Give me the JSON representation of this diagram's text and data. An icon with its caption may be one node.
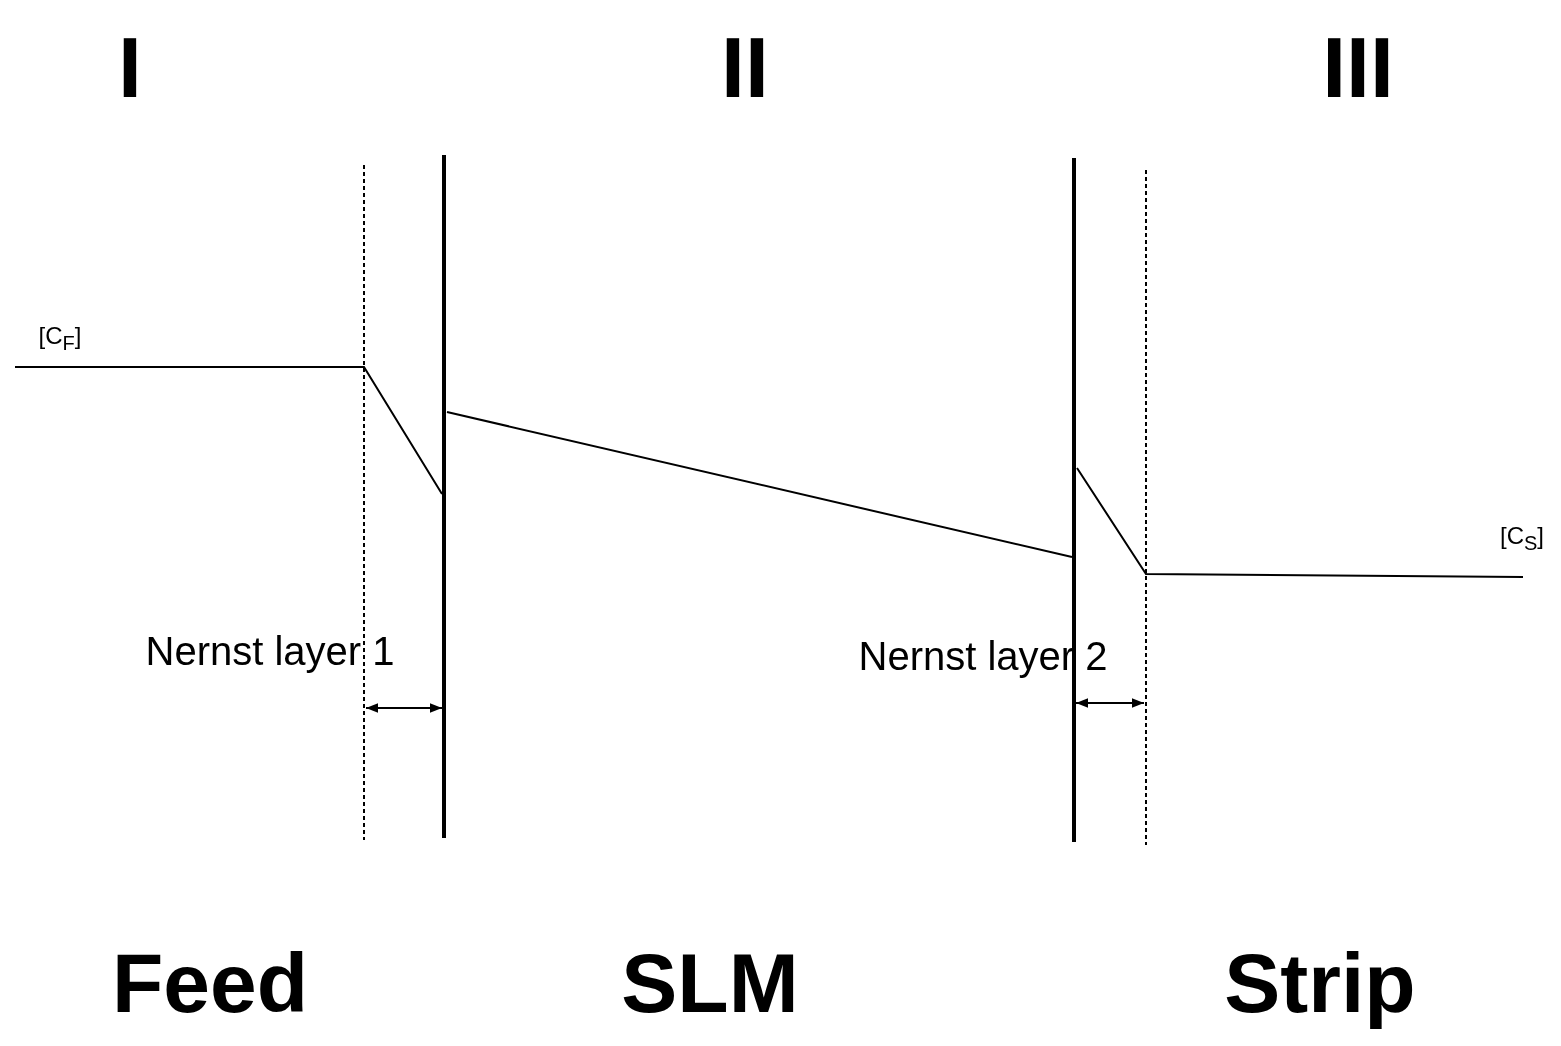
{
  "diagram": {
    "labels": [
      "I",
      "II",
      "III",
      "[C$_{F}$]",
      "[C$_{S}$]",
      "Nernst layer 1",
      "Nernst layer 2",
      "Feed",
      "SLM",
      "Strip"
    ]
  }
}
